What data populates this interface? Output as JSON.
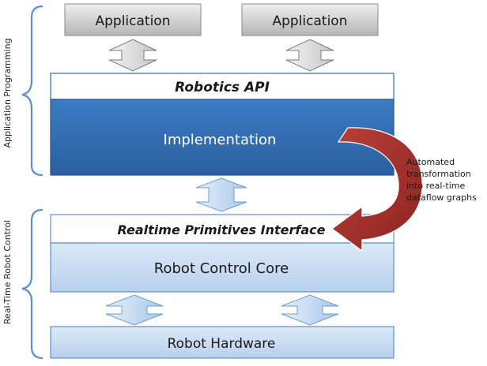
{
  "groups": {
    "application_programming": "Application Programming",
    "realtime_control": "Real-Time Robot Control"
  },
  "applications": [
    "Application",
    "Application"
  ],
  "layers": {
    "robotics_api": "Robotics API",
    "implementation": "Implementation",
    "rpi": "Realtime Primitives Interface",
    "control_core": "Robot Control Core",
    "hardware": "Robot Hardware"
  },
  "annotation": {
    "lines": [
      "Automated",
      "transformation",
      "into real-time",
      "dataflow graphs"
    ]
  },
  "colors": {
    "app_box": "#c8c8c8",
    "implementation": "#2f6db5",
    "light_blue": "#c9dcf2",
    "brace": "#5b8fd0",
    "curved_arrow": "#a8302a"
  }
}
